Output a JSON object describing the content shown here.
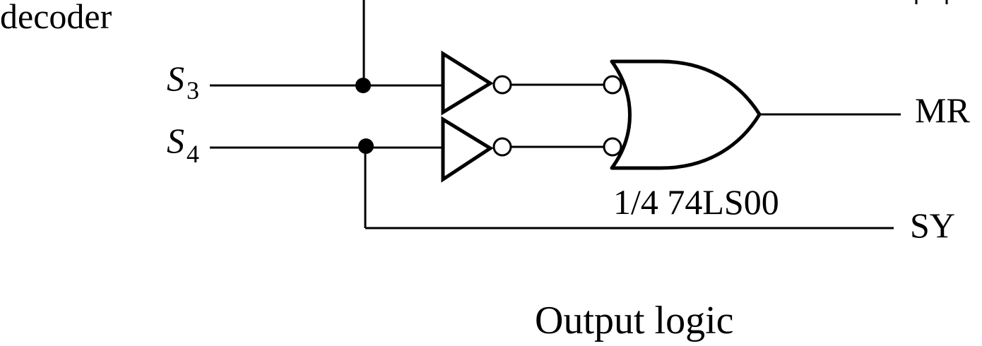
{
  "labels": {
    "decoder": "decoder",
    "s3_letter": "S",
    "s3_sub": "3",
    "s4_letter": "S",
    "s4_sub": "4",
    "out_mr": "MR",
    "out_sy": "SY",
    "chip": "1/4 74LS00",
    "caption": "Output logic"
  },
  "colors": {
    "ink": "#000000",
    "paper": "#ffffff"
  }
}
